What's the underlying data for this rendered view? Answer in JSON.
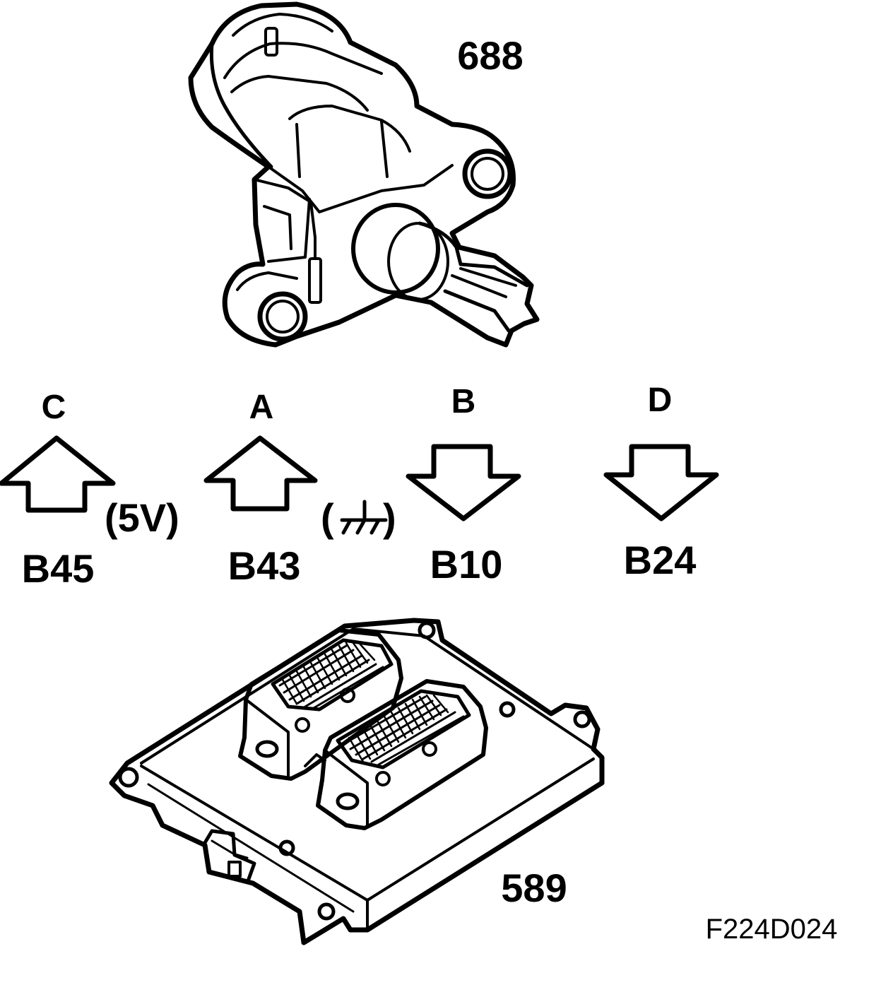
{
  "components": {
    "sensor": {
      "id": "688"
    },
    "control_unit": {
      "id": "589"
    }
  },
  "connections": [
    {
      "pin": "C",
      "terminal": "B45",
      "direction": "up",
      "note": "(5V)"
    },
    {
      "pin": "A",
      "terminal": "B43",
      "direction": "up",
      "note": "(",
      "note_end": ")"
    },
    {
      "pin": "B",
      "terminal": "B10",
      "direction": "down"
    },
    {
      "pin": "D",
      "terminal": "B24",
      "direction": "down"
    }
  ],
  "figure_code": "F224D024",
  "icons": [
    "up-arrow-icon",
    "down-arrow-icon",
    "ground-symbol-icon"
  ],
  "colors": {
    "ink": "#000000",
    "paper": "#ffffff"
  }
}
